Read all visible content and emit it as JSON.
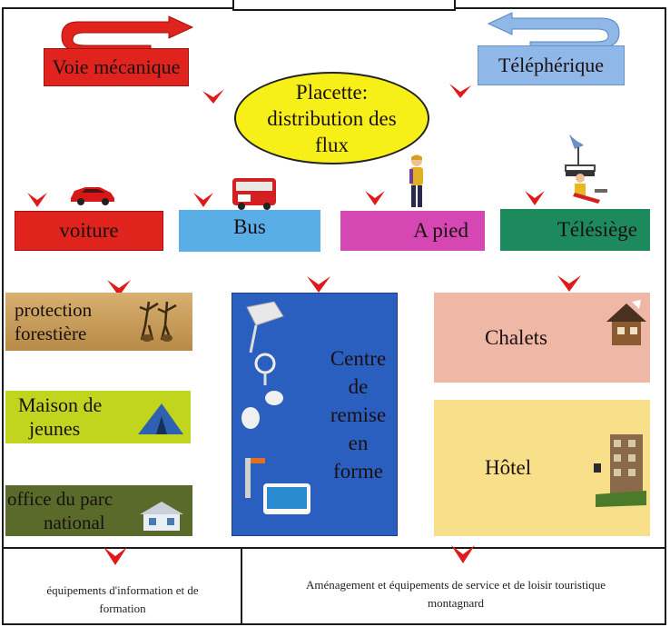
{
  "sources": {
    "voie_mecanique": "Voie mécanique",
    "telepherique": "Téléphérique"
  },
  "hub": {
    "line1": "Placette:",
    "line2": "distribution des",
    "line3": "flux"
  },
  "modes": {
    "voiture": "voiture",
    "bus": "Bus",
    "a_pied": "A pied",
    "telesiege": "Télésiège"
  },
  "left_col": {
    "protection_1": "protection",
    "protection_2": "forestière",
    "maison_1": "Maison de",
    "maison_2": "jeunes",
    "office_1": "office du parc",
    "office_2": "national"
  },
  "center": {
    "l1": "Centre",
    "l2": "de",
    "l3": "remise",
    "l4": "en",
    "l5": "forme"
  },
  "right_col": {
    "chalets": "Chalets",
    "hotel": "Hôtel"
  },
  "footer": {
    "left_1": "équipements d'information et de",
    "left_2": "formation",
    "right_1": "Aménagement et équipements de service et de loisir touristique",
    "right_2": "montagnard"
  },
  "colors": {
    "red": "#e0231c",
    "light_blue": "#8fb8e8",
    "hub_yellow": "#f7f018",
    "bus_blue": "#5aaee8",
    "pink": "#d548b4",
    "teal": "#1c8a5c",
    "wood": "#c9a15a",
    "lime": "#c2d51e",
    "olive": "#5a6a2a",
    "fitness_blue": "#2a5fc0",
    "salmon": "#eeb7a6",
    "cream": "#f8e08a",
    "arrow_red": "#e01a1a"
  },
  "icons": [
    "car-icon",
    "bus-icon",
    "hiker-icon",
    "chairlift-icon",
    "tree-roots-icon",
    "tent-icon",
    "house-icon",
    "exercise-equipment-icon",
    "chalet-icon",
    "hotel-building-icon",
    "u-turn-arrow-icon"
  ]
}
